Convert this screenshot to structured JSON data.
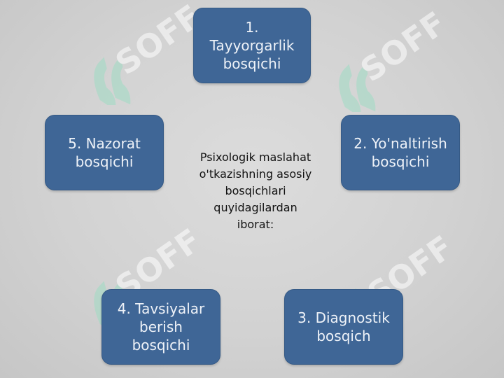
{
  "diagram": {
    "center_text": "Psixologik maslahat\no'tkazishning asosiy\nbosqichlari\nquyidagilardan\niborat:",
    "steps": [
      {
        "label": "1.\nTayyorgarlik\nbosqichi"
      },
      {
        "label": "2. Yo'naltirish\nbosqichi"
      },
      {
        "label": "3. Diagnostik\nbosqich"
      },
      {
        "label": "4. Tavsiyalar\nberish\nbosqichi"
      },
      {
        "label": "5. Nazorat\nbosqichi"
      }
    ]
  },
  "watermark": {
    "text": "SOFF",
    "colors": {
      "mark": "#9fdcc4",
      "text": "#ffffff"
    }
  },
  "colors": {
    "box_fill": "#3f6696",
    "box_text": "#eef2f8",
    "background": "#d2d2d2"
  }
}
